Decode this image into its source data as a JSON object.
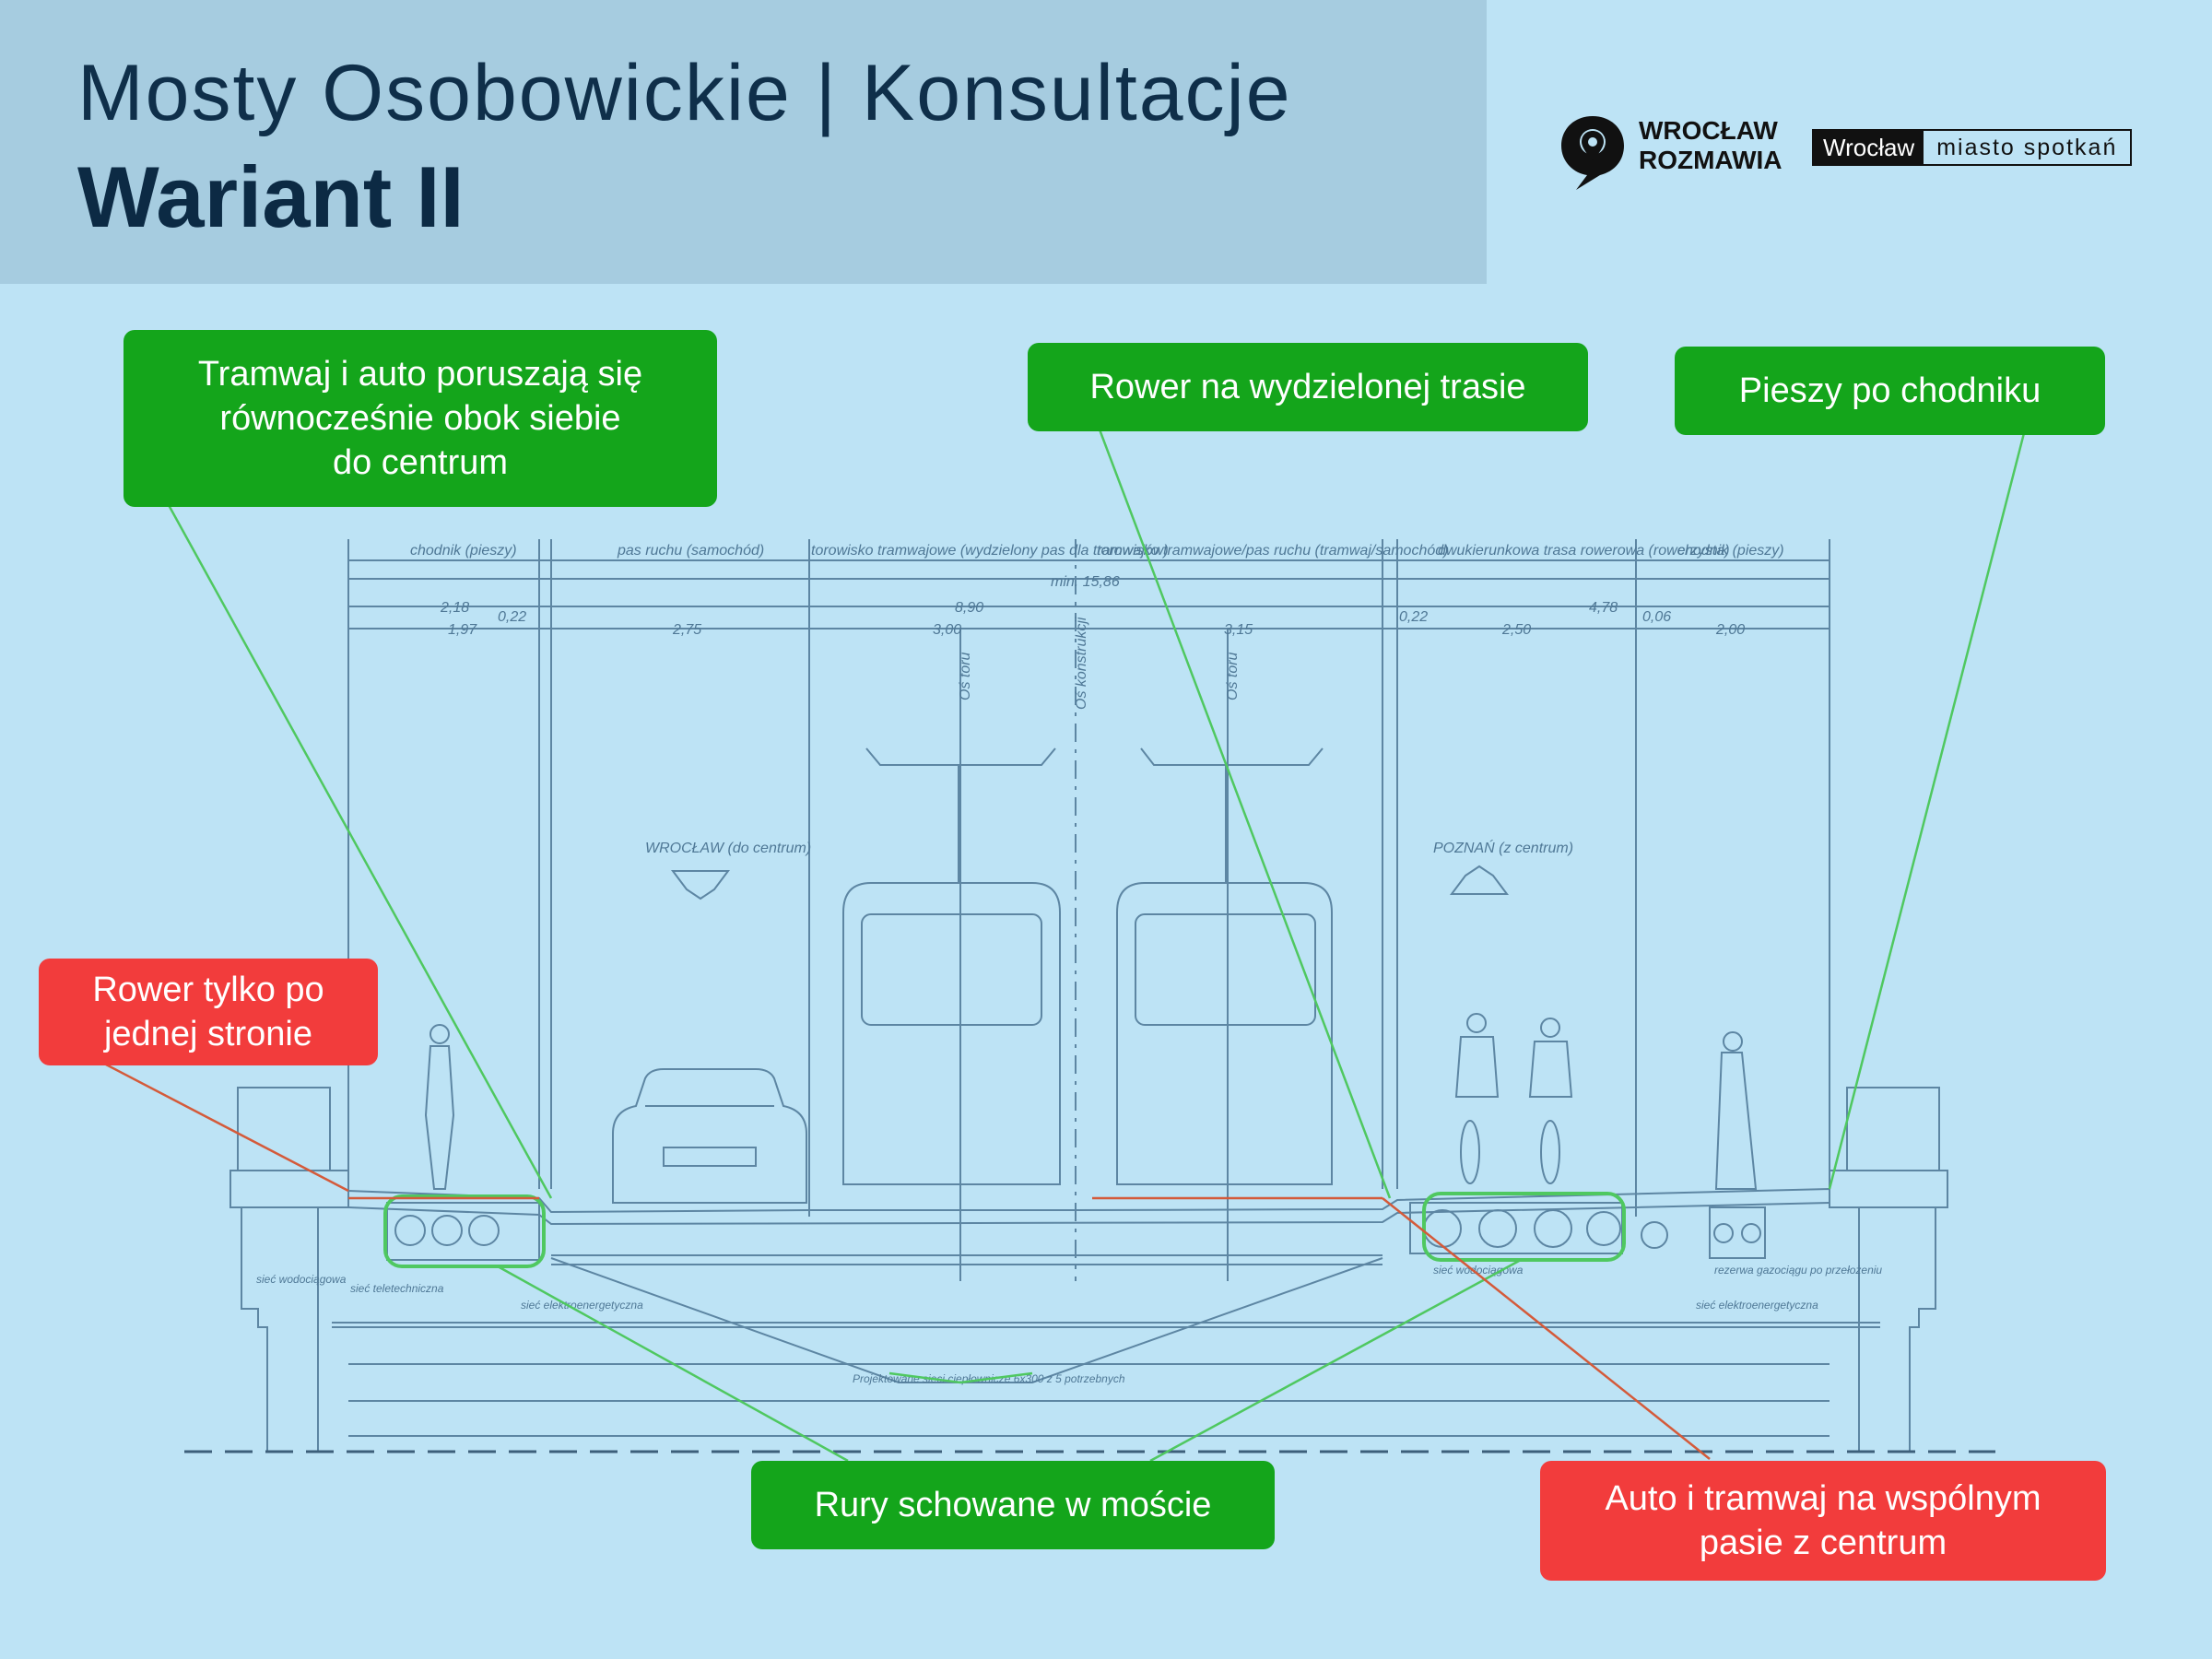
{
  "header": {
    "title": "Mosty Osobowickie | Konsultacje",
    "subtitle": "Wariant II"
  },
  "logos": {
    "wroclaw_rozmawia_line1": "WROCŁAW",
    "wroclaw_rozmawia_line2": "ROZMAWIA",
    "miasto_a": "Wrocław",
    "miasto_b": "miasto spotkań"
  },
  "colors": {
    "background": "#bde3f5",
    "header_band": "#a6cce0",
    "positive": "#14a51b",
    "negative": "#f23c3c",
    "drawing_lines": "#5d86a3"
  },
  "callouts": {
    "tram_car": "Tramwaj i auto poruszają się\nrównocześnie obok siebie\ndo centrum",
    "bike_path": "Rower na wydzielonej trasie",
    "pedestrian": "Pieszy po chodniku",
    "bike_one_side": "Rower tylko po\njednej stronie",
    "pipes": "Rury schowane w moście",
    "car_tram_shared": "Auto i tramwaj na wspólnym\npasie z centrum"
  },
  "drawing": {
    "sections": [
      "chodnik (pieszy)",
      "pas ruchu (samochód)",
      "torowisko tramwajowe (wydzielony pas dla tramwajów)",
      "torowisko tramwajowe/pas ruchu (tramwaj/samochód)",
      "dwukierunkowa trasa rowerowa (rowerzysta)",
      "chodnik (pieszy)"
    ],
    "total_width": "min. 15,86",
    "dims_top": [
      "2,18",
      "8,90",
      "0,22",
      "4,78",
      "0,06"
    ],
    "dims_bottom": [
      "1,97",
      "0,22",
      "2,75",
      "3,00",
      "3,15",
      "2,50",
      "2,00"
    ],
    "dir_left": "WROCŁAW (do centrum)",
    "dir_right": "POZNAŃ (z centrum)",
    "axis_labels": [
      "Oś toru",
      "Oś konstrukcji",
      "Oś toru"
    ],
    "utility_labels": [
      "sieć wodociągowa",
      "sieć teletechniczna",
      "sieć elektroenergetyczna",
      "sieć wodociągowa",
      "rezerwa gazociągu po przełożeniu",
      "sieć elektroenergetyczna"
    ],
    "pipes_note": "Projektowane sieci ciepłownicze 6x300 z 5 potrzebnych"
  }
}
